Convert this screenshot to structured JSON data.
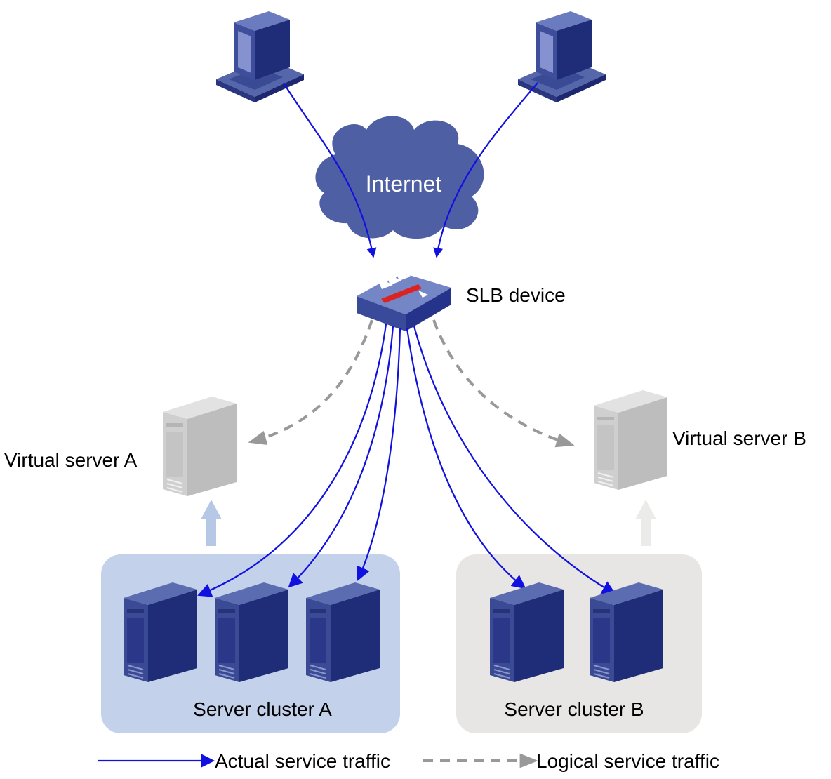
{
  "labels": {
    "internet": "Internet",
    "slb_device": "SLB device",
    "virtual_server_a": "Virtual server A",
    "virtual_server_b": "Virtual server B",
    "server_cluster_a": "Server cluster A",
    "server_cluster_b": "Server cluster B"
  },
  "legend": {
    "actual": "Actual service traffic",
    "logical": "Logical service traffic"
  },
  "colors": {
    "actual_traffic": "#1010e0",
    "logical_traffic": "#999999",
    "device_blue": "#3a4a9a",
    "cluster_a_bg": "#c3d1ea",
    "cluster_b_bg": "#e7e6e4",
    "slb_red": "#dd2222"
  },
  "icons": {
    "client": "desktop-computer-icon",
    "cloud": "cloud-icon",
    "slb": "load-balancer-icon",
    "virtual_server": "tower-server-icon",
    "real_server": "tower-server-icon"
  }
}
